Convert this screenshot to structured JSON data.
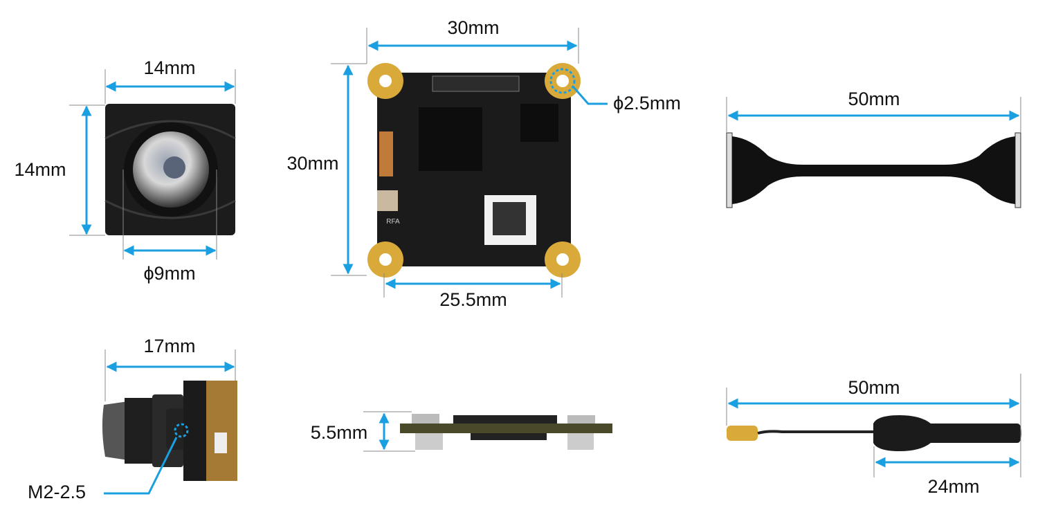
{
  "colors": {
    "dimension": "#1a9fe0",
    "board": "#1b1b1b",
    "gold": "#d9a93a"
  },
  "camera_front": {
    "width": "14mm",
    "height": "14mm",
    "lens_diameter": "ϕ9mm"
  },
  "vtx_board": {
    "width": "30mm",
    "height": "30mm",
    "hole_spacing": "25.5mm",
    "hole_diameter": "ϕ2.5mm",
    "antenna_label": "RFA"
  },
  "cable": {
    "length": "50mm"
  },
  "camera_side": {
    "depth": "17mm",
    "screw": "M2-2.5"
  },
  "board_side": {
    "thickness": "5.5mm"
  },
  "antenna": {
    "length": "50mm",
    "sleeve_length": "24mm"
  }
}
